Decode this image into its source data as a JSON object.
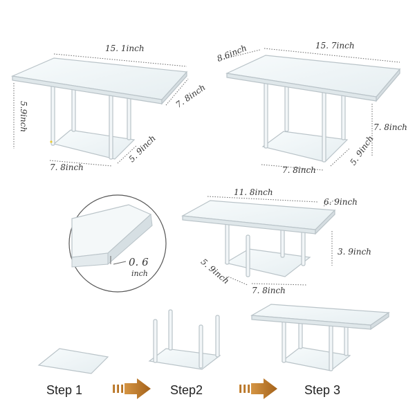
{
  "table_a": {
    "length": "15. 1inch",
    "depth": "7. 8inch",
    "height": "5.9inch",
    "base_length": "7. 8inch",
    "base_depth": "5. 9inch"
  },
  "table_b": {
    "length": "15. 7inch",
    "depth": "8.6inch",
    "height": "7. 8inch",
    "base_length": "7. 8inch",
    "base_depth": "5. 9inch"
  },
  "table_c": {
    "length": "11. 8inch",
    "depth": "6. 9inch",
    "height": "3. 9inch",
    "base_length": "7. 8inch",
    "base_depth": "5. 9inch"
  },
  "thickness": {
    "value": "0. 6",
    "unit": "inch"
  },
  "steps": [
    "Step 1",
    "Step2",
    "Step 3"
  ],
  "colors": {
    "arrow": "#b8731f",
    "acrylic_edge": "#b9c3c8",
    "dim_line": "#555555"
  },
  "icons": {
    "arrow": "right-arrow-icon"
  }
}
